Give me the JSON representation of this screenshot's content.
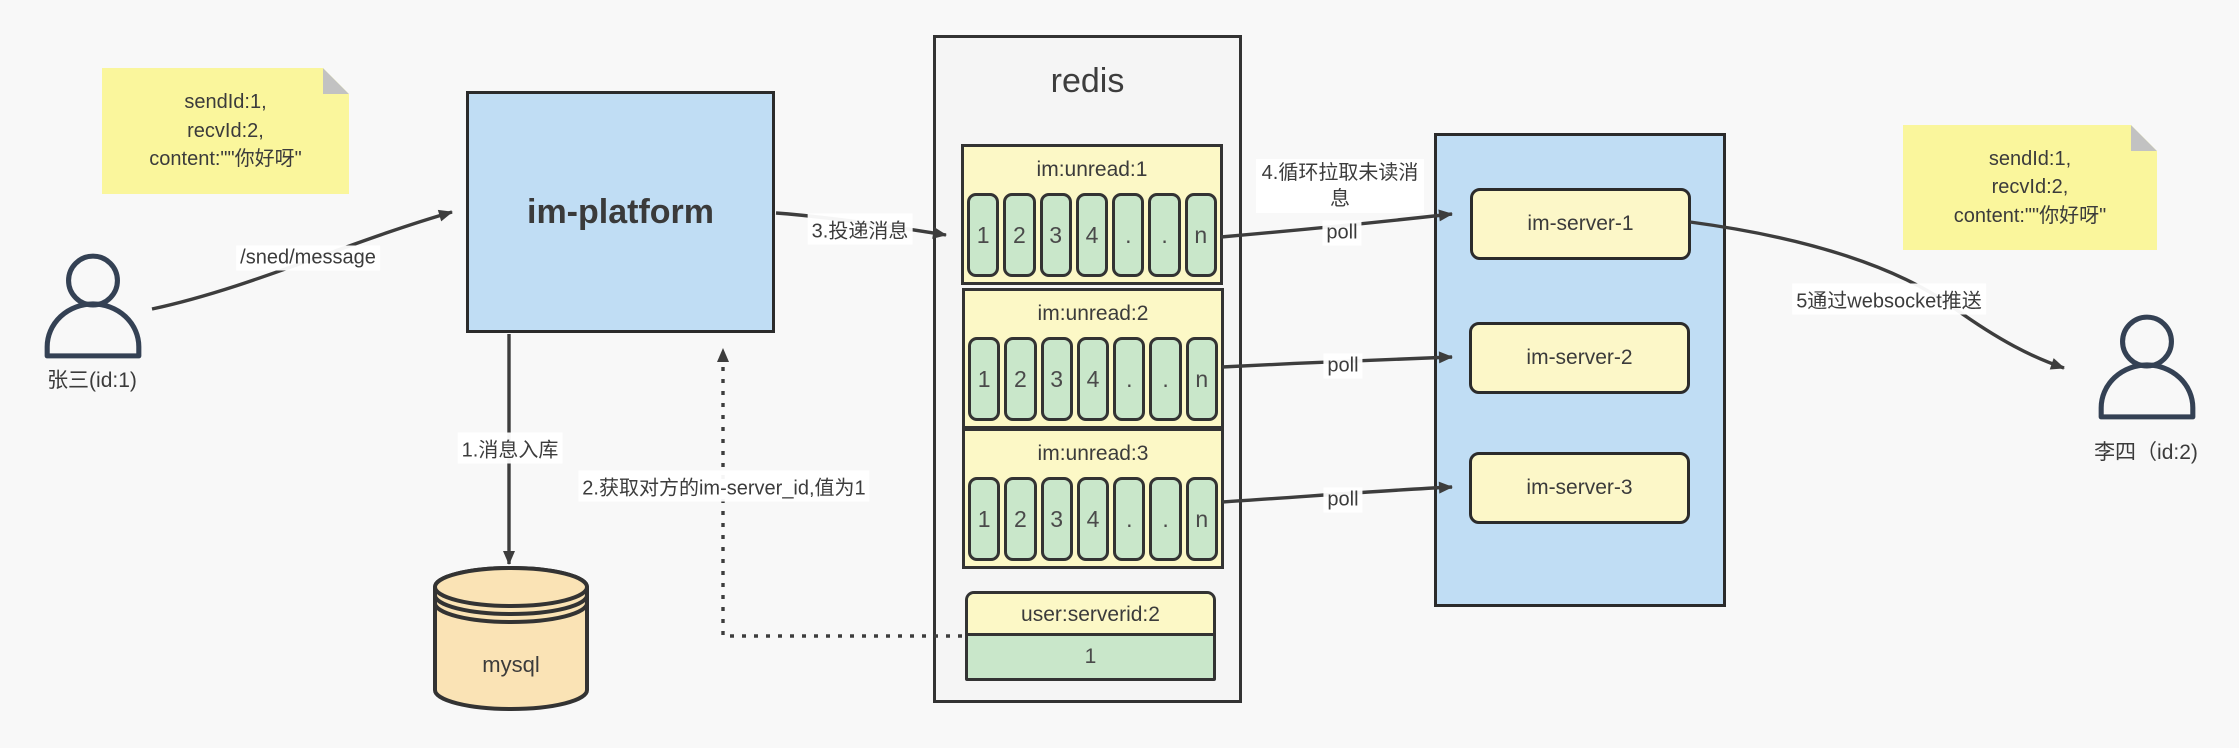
{
  "notes": {
    "left": {
      "line1": "sendId:1,",
      "line2": "recvId:2,",
      "line3": "content:\"\"你好呀\""
    },
    "right": {
      "line1": "sendId:1,",
      "line2": "recvId:2,",
      "line3": "content:\"\"你好呀\""
    }
  },
  "actors": {
    "sender": {
      "label": "张三(id:1)"
    },
    "receiver": {
      "label": "李四（id:2)"
    }
  },
  "platform": {
    "label": "im-platform"
  },
  "mysql": {
    "label": "mysql"
  },
  "redis": {
    "title": "redis",
    "lists": [
      {
        "title": "im:unread:1",
        "cells": [
          "1",
          "2",
          "3",
          "4",
          ".",
          ".",
          "n"
        ]
      },
      {
        "title": "im:unread:2",
        "cells": [
          "1",
          "2",
          "3",
          "4",
          ".",
          ".",
          "n"
        ]
      },
      {
        "title": "im:unread:3",
        "cells": [
          "1",
          "2",
          "3",
          "4",
          ".",
          ".",
          "n"
        ]
      }
    ],
    "kv": {
      "title": "user:serverid:2",
      "value": "1"
    }
  },
  "servers": {
    "items": [
      {
        "label": "im-server-1"
      },
      {
        "label": "im-server-2"
      },
      {
        "label": "im-server-3"
      }
    ]
  },
  "edges": {
    "send": "/sned/message",
    "step1": "1.消息入库",
    "step2": "2.获取对方的im-server_id,值为1",
    "step3": "3.投递消息",
    "step4": "4.循环拉取未读消息",
    "step5": "5通过websocket推送",
    "poll1": "poll",
    "poll2": "poll",
    "poll3": "poll"
  },
  "colors": {
    "sticky": "#faf69c",
    "sticky_fold": "#c2c2c2",
    "blue": "#c0ddf4",
    "pale_yellow": "#fcf8c6",
    "green": "#c9e7ca",
    "tan": "#fae3b5",
    "panel_gray": "#f5f5f5",
    "line": "#3d3d3d"
  }
}
